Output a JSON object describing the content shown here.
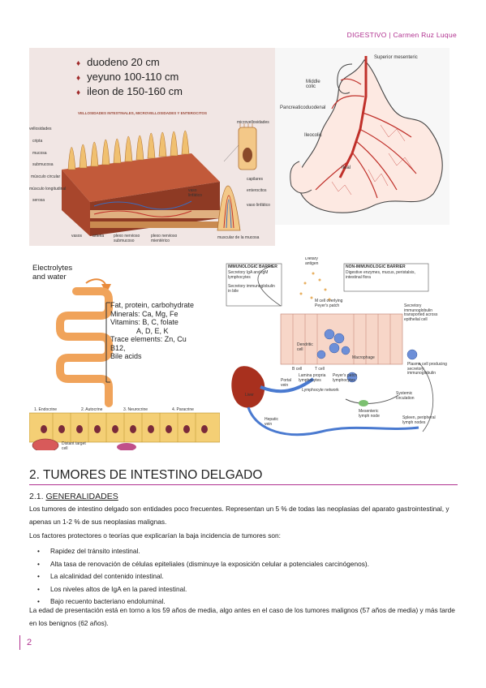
{
  "header": {
    "text": "DIGESTIVO | Carmen Ruz Luque"
  },
  "figure": {
    "lengths": [
      "duodeno 20 cm",
      "yeyuno 100-110 cm",
      "ileon de 150-160 cm"
    ],
    "micro_title": "VELLOSIDADES INTESTINALES, MICROVELLOSIDADES Y ENTEROCITOS",
    "micro_labels": [
      "vellosidades",
      "cripta",
      "mucosa",
      "submucosa",
      "músculo circular",
      "músculo longitudinal",
      "serosa",
      "vasos",
      "arteria",
      "plexo nervioso submucoso",
      "plexo nervioso mientérico",
      "vaso linfático",
      "microvellosidades",
      "capilares",
      "enterocitos",
      "vaso linfático",
      "muscular de la mucosa"
    ],
    "vessel_labels": [
      "Superior mesenteric",
      "Middle colic",
      "Pancreaticoduodenal",
      "Ileocolic",
      "Ileal"
    ],
    "electrolytes": "Electrolytes and water",
    "nutrients": [
      "Fat, protein, carbohydrate",
      "Minerals: Ca, Mg, Fe",
      "Vitamins: B, C, folate",
      "A, D, E, K",
      "Trace elements: Zn, Cu",
      "B12,",
      "Bile acids"
    ],
    "cell_labels": [
      "1. Endocrine",
      "2. Autocrine",
      "3. Neurocrine",
      "4. Paracrine",
      "Distant target cell"
    ],
    "immuno_labels": [
      "Dietary antigen",
      "IMMUNOLOGIC BARRIER",
      "Secretory IgA and IgM lymphocytes",
      "NON-IMMUNOLOGIC BARRIER",
      "Digestive enzymes, mucus, peristalsis, intestinal flora",
      "Secretory immunoglobulin in bile",
      "M cell overlying Peyer's patch",
      "Secretory immunoglobulin transported across epithelial cell",
      "Dendritic cell",
      "Macrophage",
      "B cell",
      "T cell",
      "Lamina propria lymphocytes",
      "Peyer's patch lymphocytes",
      "Plasma cell producing secretory immunoglobulin",
      "Liver",
      "Portal vein",
      "Lymphocyte network",
      "Systemic circulation",
      "Mesenteric lymph node",
      "Hepatic vein",
      "Spleen, peripheral lymph nodes"
    ]
  },
  "section": {
    "number": "2.",
    "title": "TUMORES DE INTESTINO DELGADO"
  },
  "subsection": {
    "number": "2.1.",
    "title": "GENERALIDADES"
  },
  "paragraph1": "Los tumores de intestino delgado son entidades poco frecuentes. Representan un 5 % de todas las neoplasias del aparato gastrointestinal, y apenas un 1-2 % de sus neoplasias malignas.",
  "paragraph2": "Los factores protectores o teorías que explicarían la baja incidencia de tumores son:",
  "factors": [
    "Rapidez del tránsito intestinal.",
    "Alta tasa de renovación de células epiteliales (disminuye la exposición celular a potenciales carcinógenos).",
    "La alcalinidad del contenido intestinal.",
    "Los niveles altos de IgA en la pared intestinal.",
    "Bajo recuento bacteriano endoluminal."
  ],
  "paragraph3": "La edad de presentación está en torno a los 59 años de media, algo antes en el caso de los tumores malignos (57 años de media) y más tarde en los benignos (62 años).",
  "page_number": "2"
}
